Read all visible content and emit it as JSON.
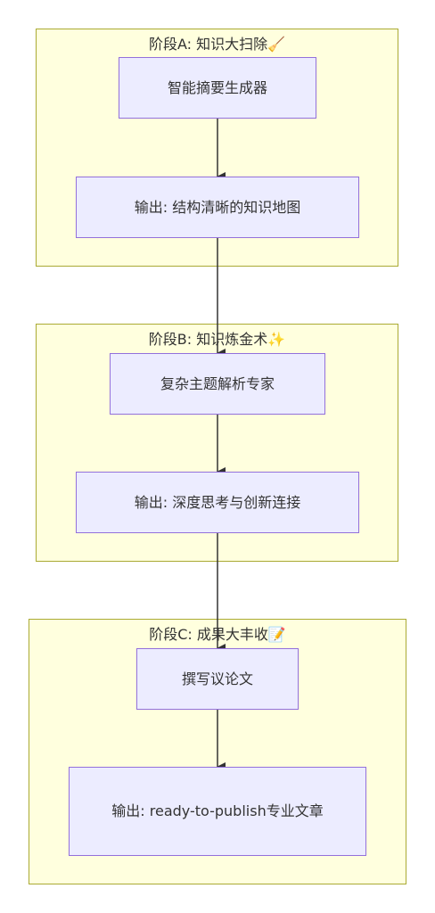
{
  "clusters": [
    {
      "title": "阶段A: 知识大扫除🧹",
      "nodes": [
        "智能摘要生成器",
        "输出: 结构清晰的知识地图"
      ]
    },
    {
      "title": "阶段B: 知识炼金术✨",
      "nodes": [
        "复杂主题解析专家",
        "输出: 深度思考与创新连接"
      ]
    },
    {
      "title": "阶段C: 成果大丰收📝",
      "nodes": [
        "撰写议论文",
        "输出: ready-to-publish专业文章"
      ]
    }
  ],
  "edges": [
    {
      "from": "智能摘要生成器",
      "to": "输出: 结构清晰的知识地图"
    },
    {
      "from": "输出: 结构清晰的知识地图",
      "to": "复杂主题解析专家"
    },
    {
      "from": "复杂主题解析专家",
      "to": "输出: 深度思考与创新连接"
    },
    {
      "from": "输出: 深度思考与创新连接",
      "to": "撰写议论文"
    },
    {
      "from": "撰写议论文",
      "to": "输出: ready-to-publish专业文章"
    }
  ],
  "colors": {
    "cluster_fill": "#ffffde",
    "cluster_stroke": "#aaaa33",
    "node_fill": "#ececff",
    "node_stroke": "#9370db",
    "edge": "#333333",
    "text": "#333333"
  }
}
